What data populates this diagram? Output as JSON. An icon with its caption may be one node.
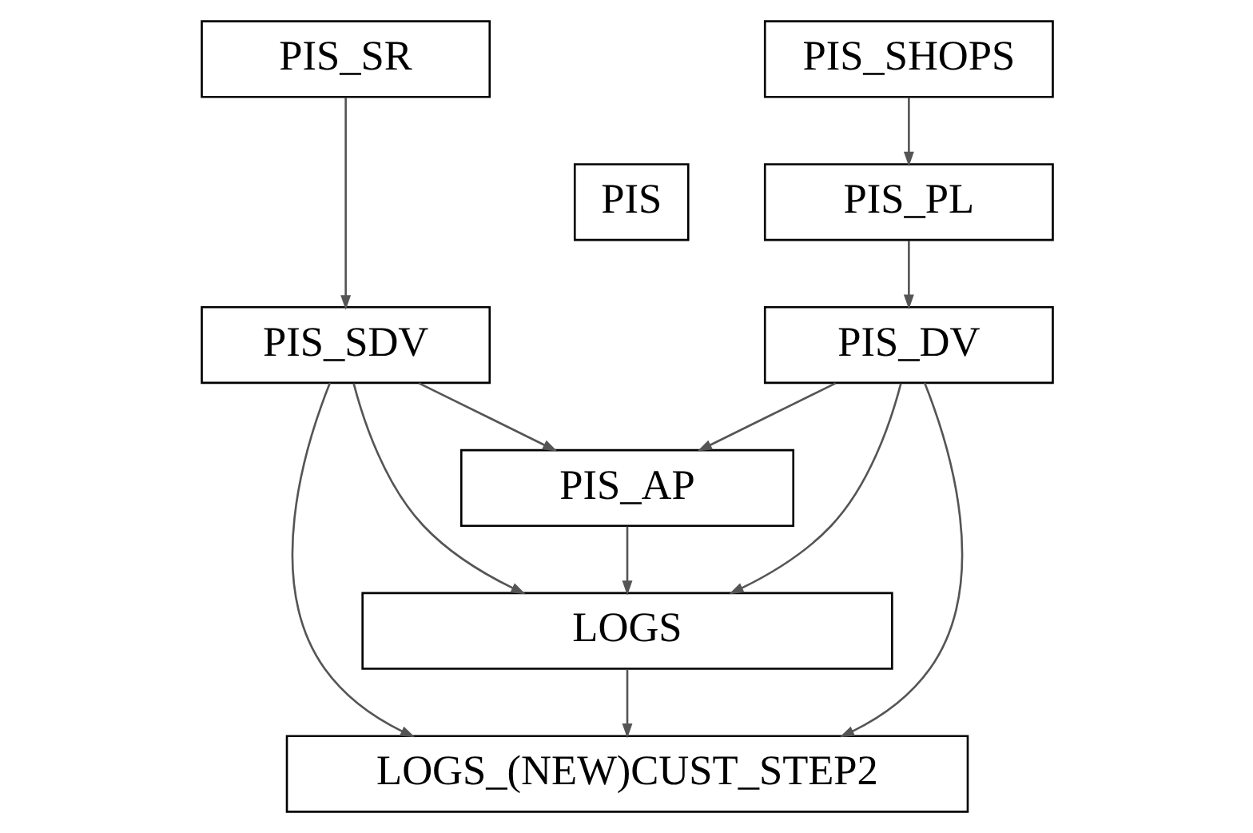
{
  "diagram": {
    "nodes": [
      {
        "text": [
          "PIS"
        ]
      },
      {
        "text": [
          "PIS_SHOPS"
        ]
      },
      {
        "text": [
          "PIS_SR"
        ]
      },
      {
        "text": [
          "PIS_PL"
        ]
      },
      {
        "text": [
          "PIS_DV"
        ]
      },
      {
        "text": [
          "PIS_SDV"
        ]
      },
      {
        "text": [
          "PIS_AP"
        ]
      },
      {
        "text": [
          "LOGS"
        ]
      },
      {
        "text": [
          "LOGS_(NEW)CUST_STEP2"
        ]
      }
    ],
    "edges": [
      {
        "from": 1,
        "to": 3,
        "arrow": "to"
      },
      {
        "from": 3,
        "to": 4,
        "arrow": "to"
      },
      {
        "from": 2,
        "to": 5,
        "arrow": "to"
      },
      {
        "from": 4,
        "to": 6,
        "arrow": "to"
      },
      {
        "from": 5,
        "to": 6,
        "arrow": "to"
      },
      {
        "from": 4,
        "to": 7,
        "arrow": "to"
      },
      {
        "from": 6,
        "to": 7,
        "arrow": "to"
      },
      {
        "from": 5,
        "to": 7,
        "arrow": "to"
      },
      {
        "from": 4,
        "to": 8,
        "arrow": "to"
      },
      {
        "from": 5,
        "to": 8,
        "arrow": "to"
      },
      {
        "from": 7,
        "to": 8,
        "arrow": "to"
      }
    ]
  }
}
